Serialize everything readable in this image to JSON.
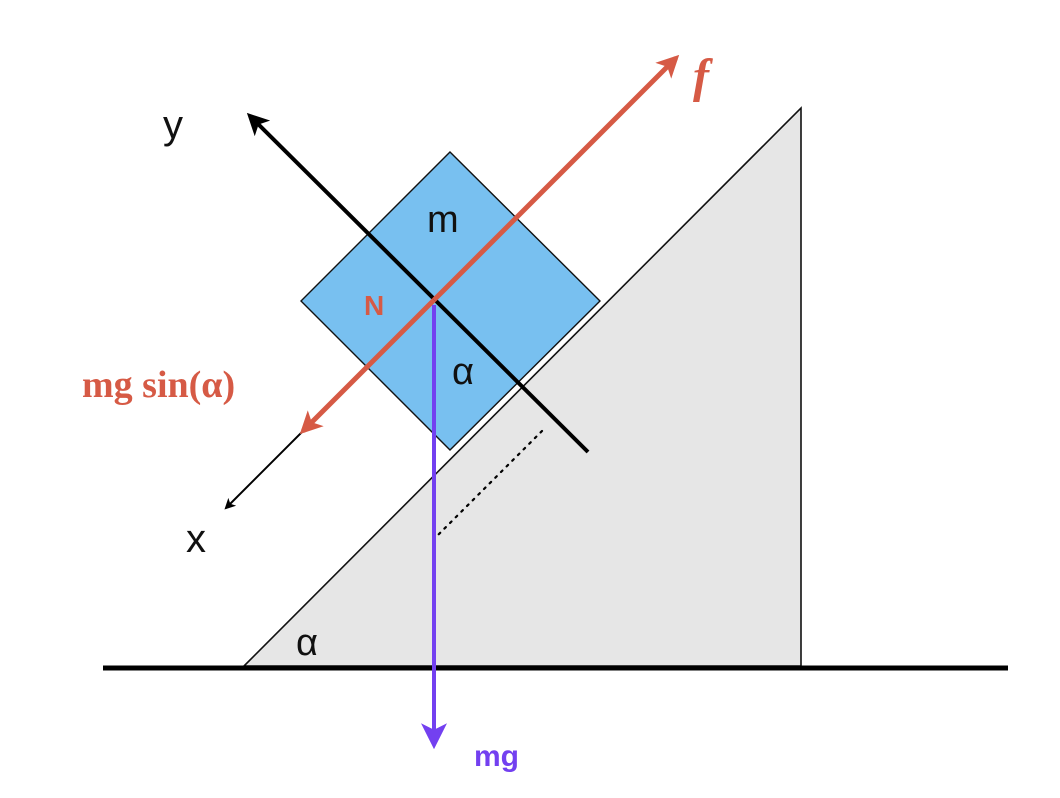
{
  "labels": {
    "y_axis": "y",
    "x_axis": "x",
    "mass": "m",
    "normal": "N",
    "angle_block": "α",
    "angle_base": "α",
    "friction": "f",
    "sin_component": "mg sin(α)",
    "weight": "mg"
  },
  "colors": {
    "background": "#ffffff",
    "incline_fill": "#e6e6e6",
    "block_fill": "#78c0f0",
    "axis": "#000000",
    "red_force": "#d65a45",
    "purple_force": "#7340f0",
    "text": "#111111"
  }
}
